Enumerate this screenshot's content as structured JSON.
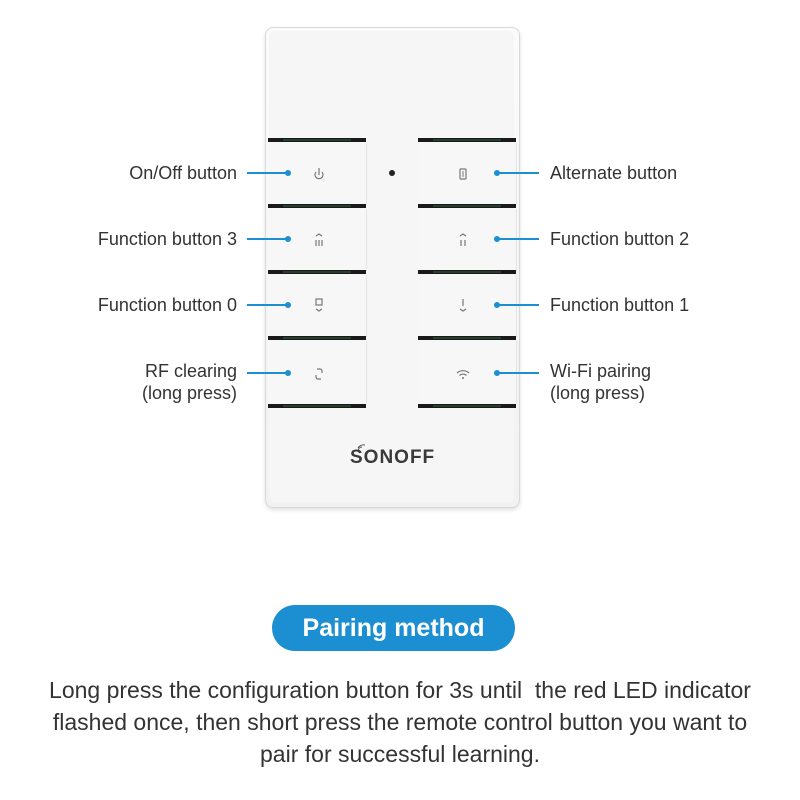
{
  "buttons": {
    "on_off": "On/Off button",
    "alternate": "Alternate button",
    "function3": "Function button 3",
    "function2": "Function button 2",
    "function0": "Function button 0",
    "function1": "Function button 1",
    "rf_clearing_line1": "RF clearing",
    "rf_clearing_line2": "(long press)",
    "wifi_pairing_line1": "Wi-Fi pairing",
    "wifi_pairing_line2": "(long press)"
  },
  "brand": "SONOFF",
  "section": {
    "title": "Pairing method",
    "description_line1": "Long press the configuration button for 3s until  the red LED indicator",
    "description_line2": "flashed once, then short press the remote control button you want to",
    "description_line3": "pair for successful learning."
  },
  "colors": {
    "accent": "#1b8fd1"
  }
}
